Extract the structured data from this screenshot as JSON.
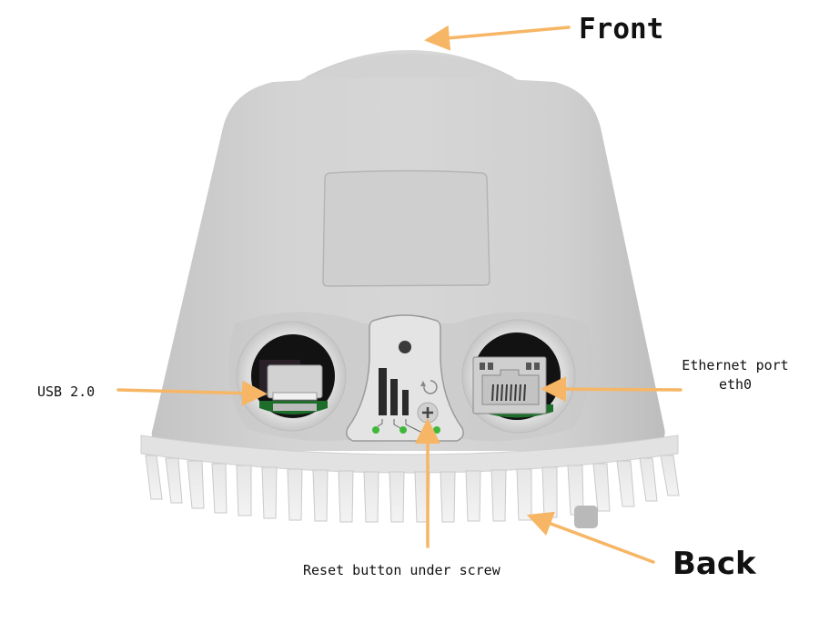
{
  "diagram": {
    "subject": "Outdoor networking device viewed from underside",
    "accent_color": "#f7b665",
    "labels": {
      "front": "Front",
      "back": "Back",
      "usb": "USB 2.0",
      "ethernet_line1": "Ethernet port",
      "ethernet_line2": "eth0",
      "reset": "Reset button under screw"
    },
    "status_leds": {
      "count": 3,
      "color": "#3fb83a"
    },
    "icons": [
      "signal-bars-icon",
      "reset-arrow-icon",
      "screw-icon",
      "usb-port-icon",
      "rj45-port-icon"
    ]
  }
}
